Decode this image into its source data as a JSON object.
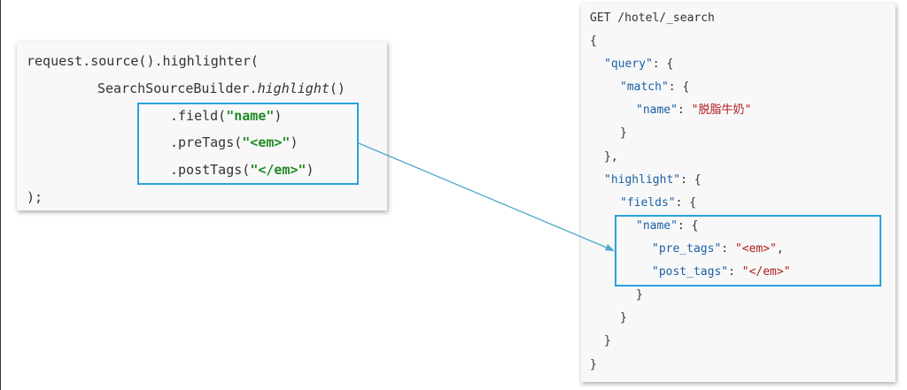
{
  "colors": {
    "highlight_box": "#27a3dc",
    "arrow": "#4aa8c8",
    "json_key": "#1b61a6",
    "json_string": "#b11c1c",
    "java_string": "#1f8b24",
    "code_text": "#333333",
    "panel_bg": "#f8f8f8"
  },
  "java": {
    "l1": "request.source().highlighter(",
    "l2_a": "SearchSourceBuilder.",
    "l2_b": "highlight",
    "l2_c": "()",
    "l3_a": ".field(",
    "l3_b": "\"name\"",
    "l3_c": ")",
    "l4_a": ".preTags(",
    "l4_b": "\"<em>\"",
    "l4_c": ")",
    "l5_a": ".postTags(",
    "l5_b": "\"</em>\"",
    "l5_c": ")",
    "l6": ");"
  },
  "dsl": {
    "l1": "GET /hotel/_search",
    "l2": "{",
    "k_query": "\"query\"",
    "k_match": "\"match\"",
    "k_name": "\"name\"",
    "v_name": "\"脱脂牛奶\"",
    "k_highlight": "\"highlight\"",
    "k_fields": "\"fields\"",
    "k_pre_tags": "\"pre_tags\"",
    "v_pre_tags": "\"<em>\"",
    "k_post_tags": "\"post_tags\"",
    "v_post_tags": "\"</em>\"",
    "colon_brace": ": {",
    "colon": ": ",
    "comma": ",",
    "close": "}",
    "close_comma": "},"
  }
}
